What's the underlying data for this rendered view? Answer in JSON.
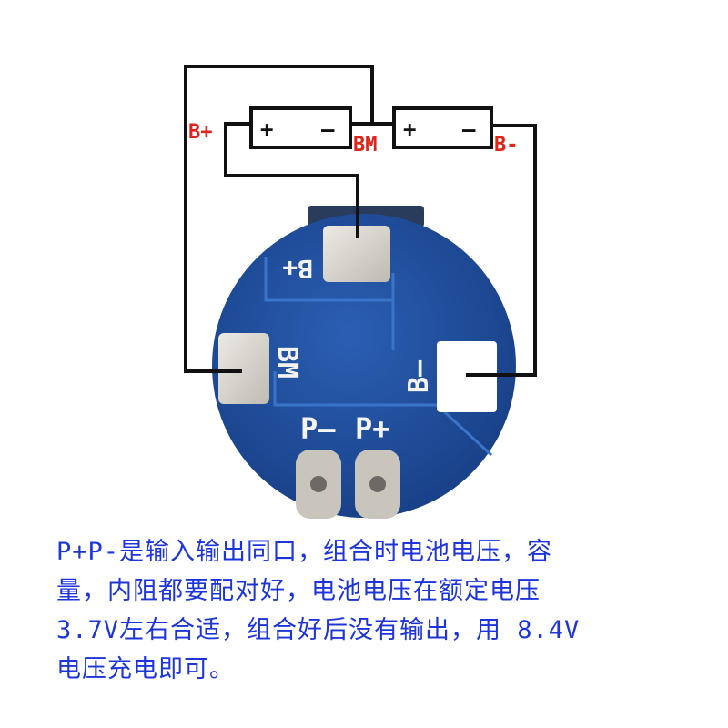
{
  "wiring_labels": {
    "b_plus": "B+",
    "bm": "BM",
    "b_minus": "B-"
  },
  "cells": [
    {
      "plus": "+",
      "minus": "–"
    },
    {
      "plus": "+",
      "minus": "–"
    }
  ],
  "board_labels": {
    "b_plus": "B+",
    "bm": "BM",
    "b_minus": "B–",
    "p_minus": "P–",
    "p_plus": "P+"
  },
  "caption": {
    "line1": "P+P-是输入输出同口，组合时电池电压，容",
    "line2": "量，内阻都要配对好，电池电压在额定电压",
    "line3": "3.7V左右合适，组合好后没有输出，用 8.4V",
    "line4": "电压充电即可。"
  },
  "colors": {
    "pcb": "#1f4f9e",
    "pad": "#d8d5cf",
    "wire": "#111111",
    "label_red": "#e0241b",
    "caption_blue": "#1d35d8"
  }
}
